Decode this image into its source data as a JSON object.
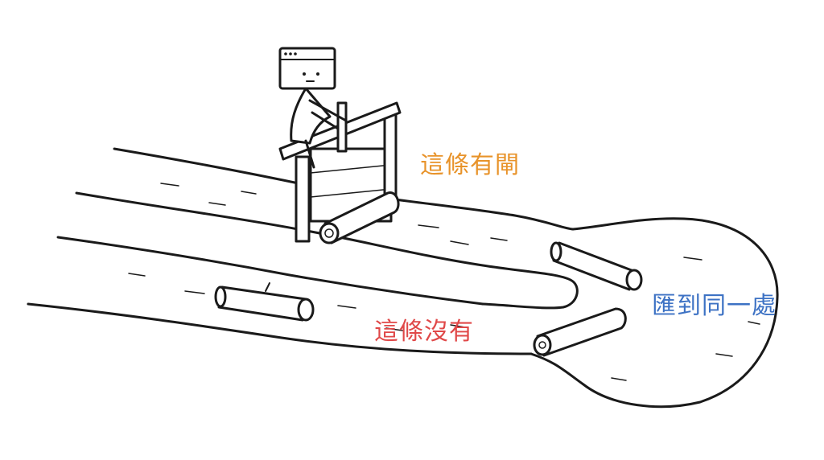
{
  "labels": {
    "gated_channel": "這條有閘",
    "ungated_channel": "這條沒有",
    "merge_point": "匯到同一處"
  },
  "colors": {
    "gated_channel": "#e8932a",
    "ungated_channel": "#e04848",
    "merge_point": "#3d72c4",
    "line": "#1a1a1a",
    "background": "#ffffff"
  },
  "figures": {
    "operator": "browser-window-character",
    "gate": "sluice-gate",
    "logs": [
      "log",
      "log",
      "log",
      "log"
    ]
  }
}
